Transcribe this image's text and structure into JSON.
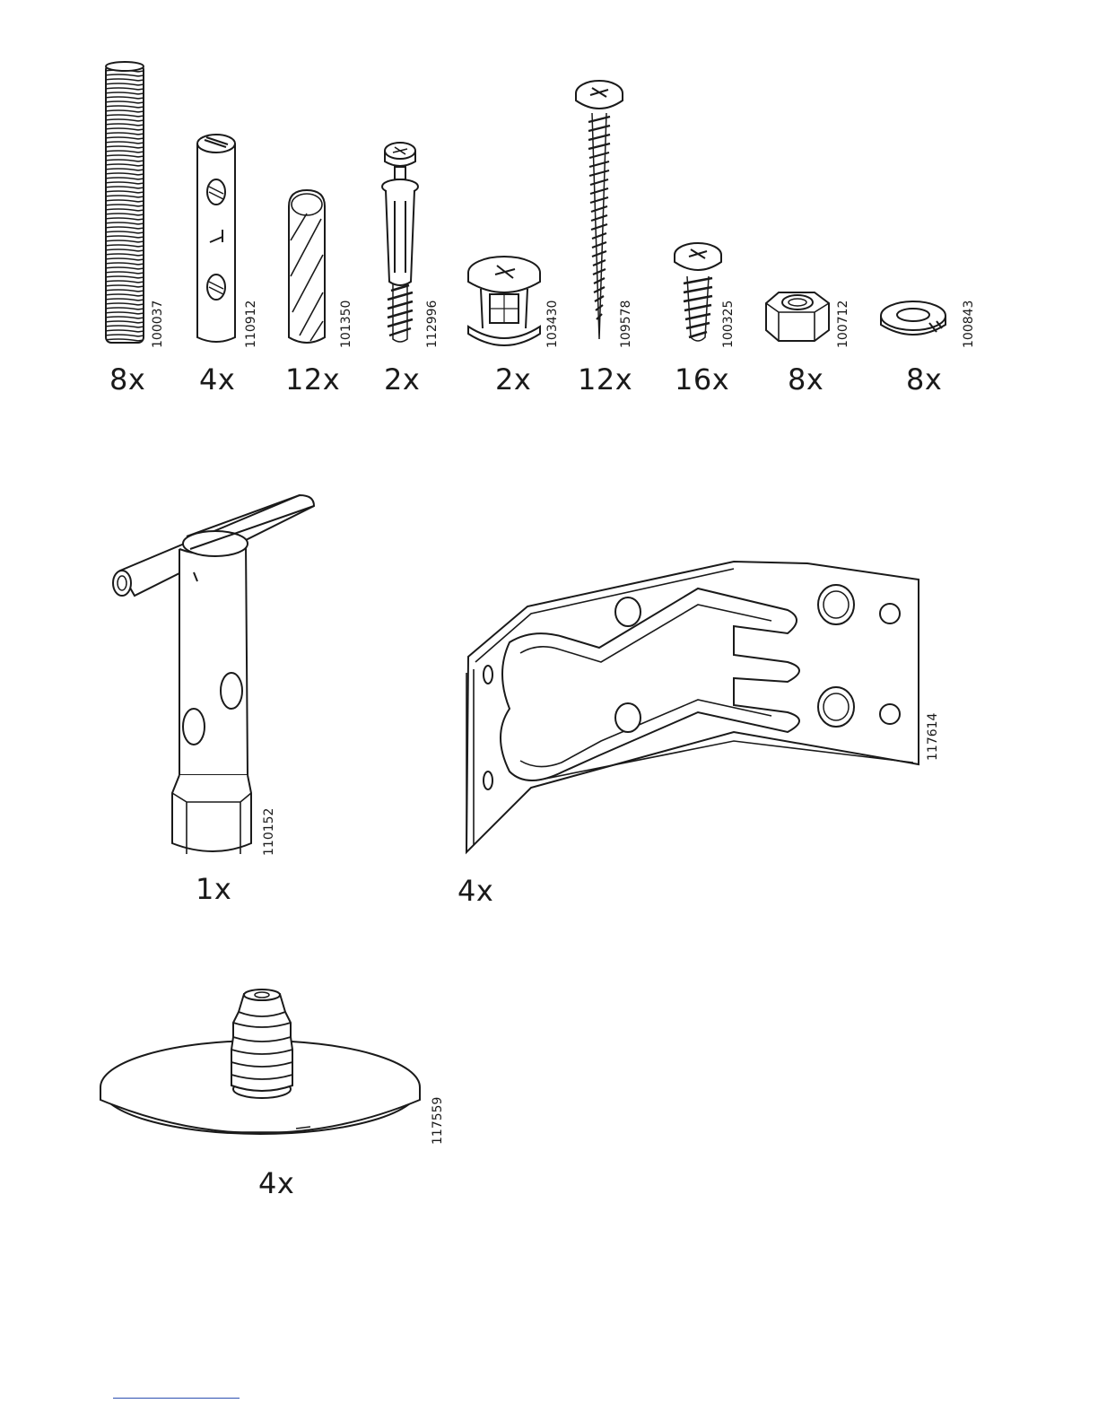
{
  "parts_top_row": [
    {
      "id": "threaded-rod",
      "qty": "8x",
      "code": "100037",
      "icon": "threaded-rod-icon"
    },
    {
      "id": "barrel-nut",
      "qty": "4x",
      "code": "110912",
      "icon": "barrel-nut-icon"
    },
    {
      "id": "wood-dowel",
      "qty": "12x",
      "code": "101350",
      "icon": "wood-dowel-icon"
    },
    {
      "id": "cam-bolt",
      "qty": "2x",
      "code": "112996",
      "icon": "cam-bolt-icon"
    },
    {
      "id": "cam-lock",
      "qty": "2x",
      "code": "103430",
      "icon": "cam-lock-icon"
    },
    {
      "id": "long-screw",
      "qty": "12x",
      "code": "109578",
      "icon": "long-screw-icon"
    },
    {
      "id": "short-screw",
      "qty": "16x",
      "code": "100325",
      "icon": "short-screw-icon"
    },
    {
      "id": "hex-nut",
      "qty": "8x",
      "code": "100712",
      "icon": "hex-nut-icon"
    },
    {
      "id": "spring-washer",
      "qty": "8x",
      "code": "100843",
      "icon": "spring-washer-icon"
    }
  ],
  "parts_middle_row": [
    {
      "id": "socket-wrench",
      "qty": "1x",
      "code": "110152",
      "icon": "t-socket-wrench-icon"
    },
    {
      "id": "corner-bracket",
      "qty": "4x",
      "code": "117614",
      "icon": "corner-bracket-icon"
    }
  ],
  "parts_bottom_row": [
    {
      "id": "floor-glide",
      "qty": "4x",
      "code": "117559",
      "icon": "floor-glide-icon"
    }
  ],
  "colors": {
    "ink": "#1a1a1a",
    "footer_line": "#2d4fb0"
  }
}
